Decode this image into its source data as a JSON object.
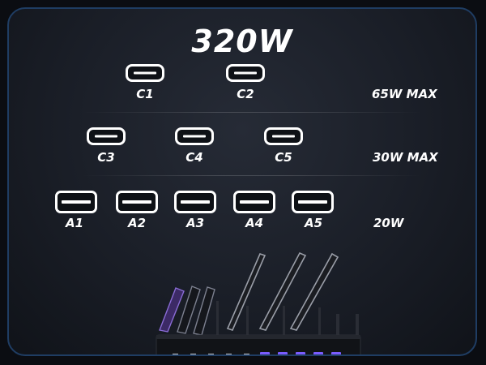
{
  "title": "320W",
  "rows": [
    {
      "ports": [
        "C1",
        "C2"
      ],
      "power": "65W MAX"
    },
    {
      "ports": [
        "C3",
        "C4",
        "C5"
      ],
      "power": "30W MAX"
    },
    {
      "ports": [
        "A1",
        "A2",
        "A3",
        "A4",
        "A5"
      ],
      "power": "20W"
    }
  ],
  "colors": {
    "frame": "#1f3d63",
    "text": "#ffffff",
    "usb_a_port_accent": "#7a5cff"
  }
}
